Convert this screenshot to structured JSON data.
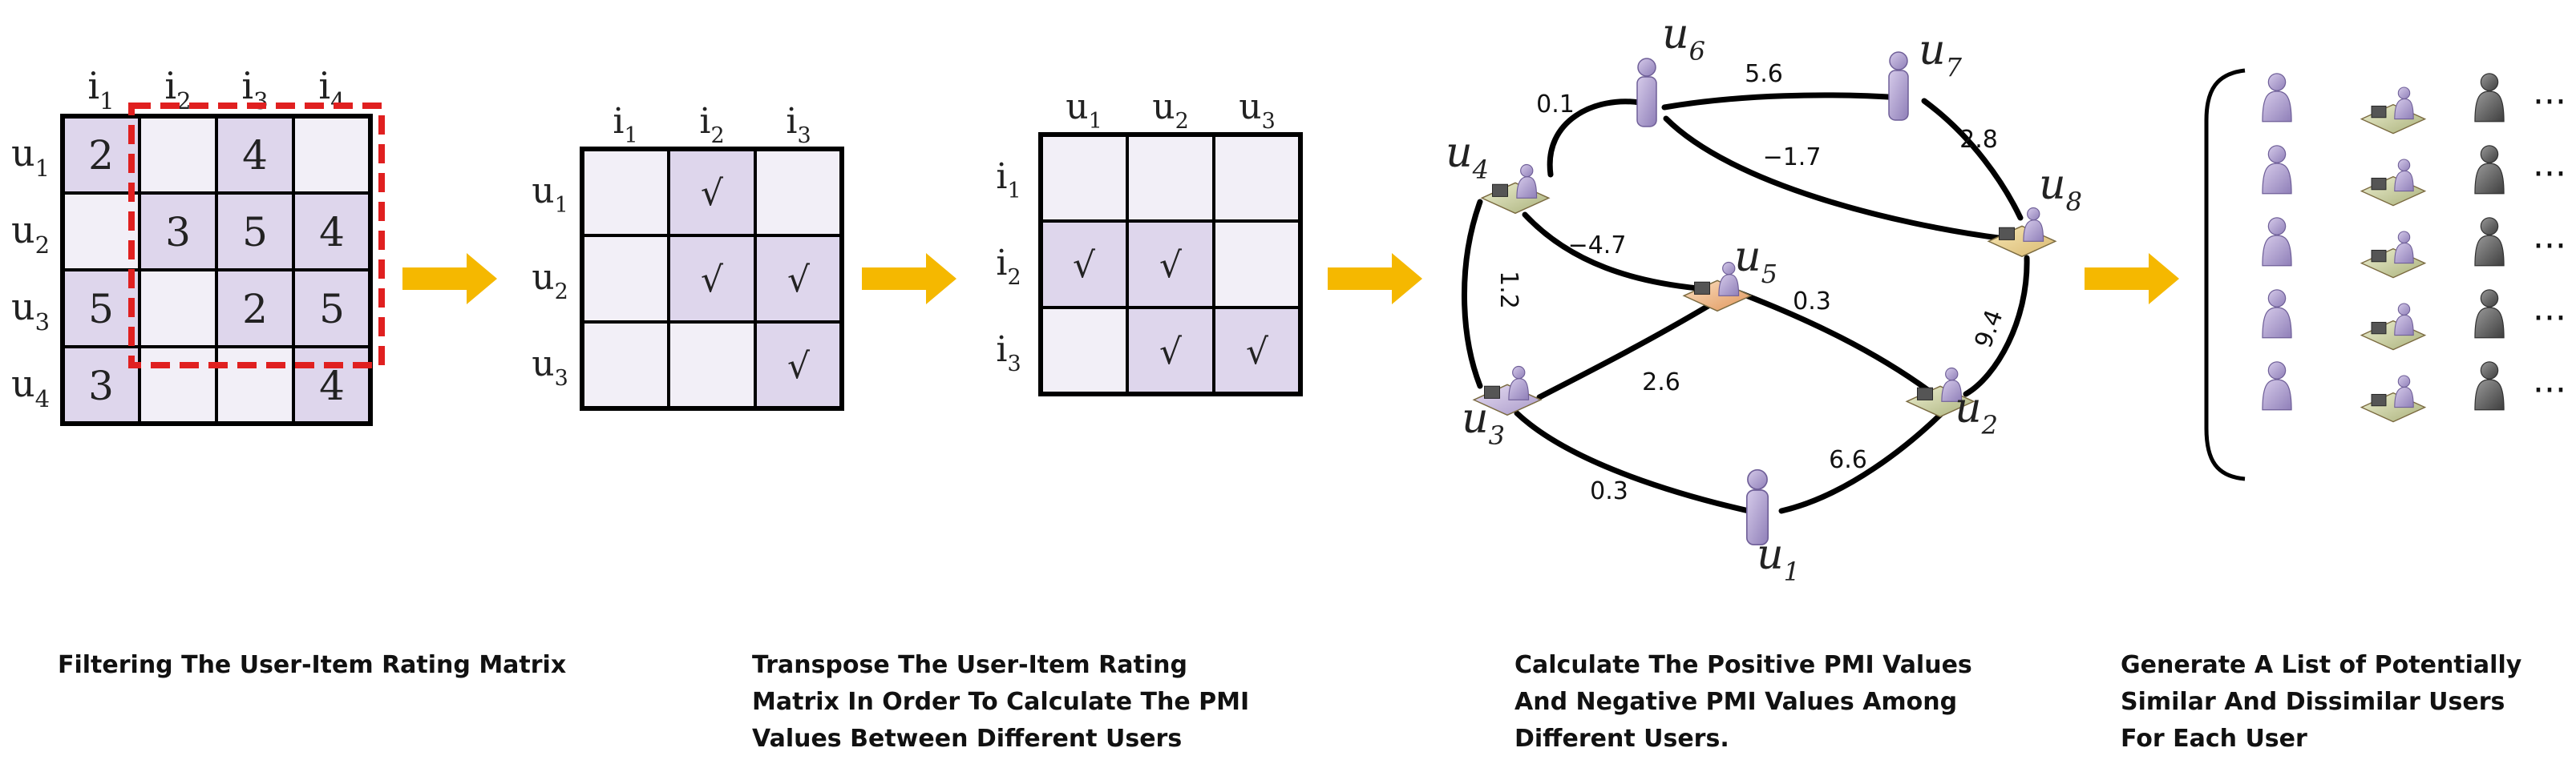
{
  "colors": {
    "cell_fill": "#ded6ec",
    "cell_stroke": "#000000",
    "highlight_dash": "#e02020",
    "arrow": "#f5b800",
    "person_light": "#b7a7d6",
    "person_dark": "#6b6b6b"
  },
  "panel1": {
    "col_sub": [
      "1",
      "2",
      "3",
      "4"
    ],
    "row_sub": [
      "1",
      "2",
      "3",
      "4"
    ],
    "col_base": "i",
    "row_base": "u",
    "cells": [
      [
        "2",
        "",
        "4",
        ""
      ],
      [
        "",
        "3",
        "5",
        "4"
      ],
      [
        "5",
        "",
        "2",
        "5"
      ],
      [
        "3",
        "",
        "",
        "4"
      ]
    ],
    "shaded": [
      [
        true,
        false,
        true,
        false
      ],
      [
        false,
        true,
        true,
        true
      ],
      [
        true,
        false,
        true,
        true
      ],
      [
        true,
        false,
        false,
        true
      ]
    ]
  },
  "panel2": {
    "col_sub": [
      "1",
      "2",
      "3"
    ],
    "row_sub": [
      "1",
      "2",
      "3"
    ],
    "col_base": "i",
    "row_base": "u",
    "check": "√",
    "checked": [
      [
        false,
        true,
        false
      ],
      [
        false,
        true,
        true
      ],
      [
        false,
        false,
        true
      ]
    ]
  },
  "panel3": {
    "col_sub": [
      "1",
      "2",
      "3"
    ],
    "row_sub": [
      "1",
      "2",
      "3"
    ],
    "col_base": "u",
    "row_base": "i",
    "check": "√",
    "checked": [
      [
        false,
        false,
        false
      ],
      [
        true,
        true,
        false
      ],
      [
        false,
        true,
        true
      ]
    ]
  },
  "graph": {
    "node_base": "u",
    "nodes": [
      {
        "sub": "1",
        "icon": "person-icon"
      },
      {
        "sub": "2",
        "icon": "computer-user-icon"
      },
      {
        "sub": "3",
        "icon": "computer-user-icon"
      },
      {
        "sub": "4",
        "icon": "computer-user-icon"
      },
      {
        "sub": "5",
        "icon": "computer-user-icon"
      },
      {
        "sub": "6",
        "icon": "person-icon"
      },
      {
        "sub": "7",
        "icon": "person-icon"
      },
      {
        "sub": "8",
        "icon": "computer-user-icon"
      }
    ],
    "edges": [
      {
        "from": "u4",
        "to": "u6",
        "weight": "0.1"
      },
      {
        "from": "u6",
        "to": "u7",
        "weight": "5.6"
      },
      {
        "from": "u7",
        "to": "u8",
        "weight": "2.8"
      },
      {
        "from": "u6",
        "to": "u8",
        "weight": "−1.7"
      },
      {
        "from": "u4",
        "to": "u5",
        "weight": "−4.7"
      },
      {
        "from": "u4",
        "to": "u3",
        "weight": "1.2"
      },
      {
        "from": "u5",
        "to": "u2",
        "weight": "0.3"
      },
      {
        "from": "u8",
        "to": "u2",
        "weight": "9.4"
      },
      {
        "from": "u5",
        "to": "u3",
        "weight": "2.6"
      },
      {
        "from": "u3",
        "to": "u1",
        "weight": "0.3"
      },
      {
        "from": "u2",
        "to": "u1",
        "weight": "6.6"
      }
    ]
  },
  "user_list": {
    "rows": 5,
    "ellipsis": "···"
  },
  "captions": {
    "c1": [
      "Filtering The User-Item Rating Matrix"
    ],
    "c2": [
      "Transpose The User-Item Rating",
      "Matrix In Order To Calculate The PMI",
      "Values Between Different Users"
    ],
    "c3": [
      "Calculate The Positive PMI Values",
      "And Negative PMI Values Among",
      "Different Users."
    ],
    "c4": [
      "Generate A List of Potentially",
      "Similar And Dissimilar Users",
      "For Each User"
    ]
  }
}
